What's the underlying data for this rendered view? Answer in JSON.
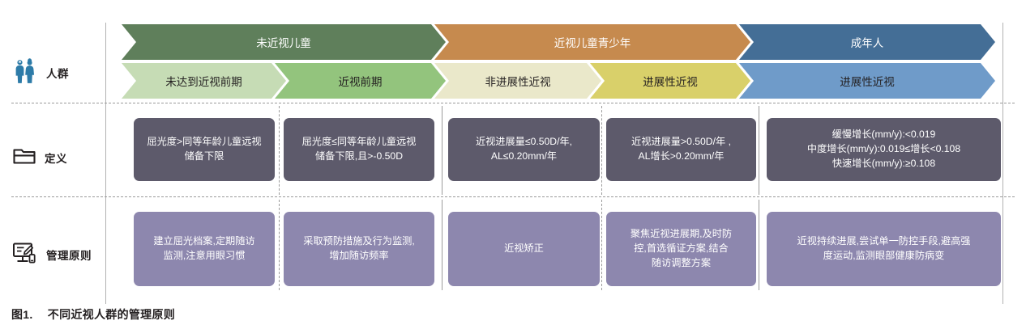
{
  "figure": {
    "caption_number": "图1.",
    "caption_text": "不同近视人群的管理原则"
  },
  "colors": {
    "group_green": "#5f7f5b",
    "group_orange": "#c68a4e",
    "group_blue": "#446e96",
    "stage_pale_green": "#c5dcb4",
    "stage_green": "#8dc островa",
    "definition_card": "#5d5a6b",
    "management_card": "#8d87ae",
    "rail": "#b2b2b2"
  },
  "rows": [
    {
      "id": "population",
      "icon": "two-people-icon",
      "label": "人群"
    },
    {
      "id": "definition",
      "icon": "folder-icon",
      "label": "定义"
    },
    {
      "id": "management",
      "icon": "monitor-pen-icon",
      "label": "管理原则"
    }
  ],
  "groups": [
    {
      "label": "未近视儿童",
      "color": "#5f7f5b",
      "text_color": "#ffffff",
      "span": 2
    },
    {
      "label": "近视儿童青少年",
      "color": "#c68a4e",
      "text_color": "#ffffff",
      "span": 2
    },
    {
      "label": "成年人",
      "color": "#446e96",
      "text_color": "#ffffff",
      "span": 1
    }
  ],
  "stages": [
    {
      "label": "未达到近视前期",
      "color": "#c6dcb5",
      "text_color": "#231f20"
    },
    {
      "label": "近视前期",
      "color": "#93c47d",
      "text_color": "#231f20"
    },
    {
      "label": "非进展性近视",
      "color": "#eae8ca",
      "text_color": "#231f20"
    },
    {
      "label": "进展性近视",
      "color": "#d9d06a",
      "text_color": "#231f20"
    },
    {
      "label": "进展性近视",
      "color": "#6f9bc9",
      "text_color": "#231f20"
    }
  ],
  "definitions": [
    {
      "lines": [
        "屈光度>同等年龄儿童远视",
        "储备下限"
      ]
    },
    {
      "lines": [
        "屈光度≤同等年龄儿童远视",
        "储备下限,且>-0.50D"
      ]
    },
    {
      "lines": [
        "近视进展量≤0.50D/年,",
        "AL≤0.20mm/年"
      ]
    },
    {
      "lines": [
        "近视进展量>0.50D/年 ,",
        "AL增长>0.20mm/年"
      ]
    },
    {
      "lines": [
        "缓慢增长(mm/y):<0.019",
        "中度增长(mm/y):0.019≤增长<0.108",
        "快速增长(mm/y):≥0.108"
      ]
    }
  ],
  "management": [
    {
      "lines": [
        "建立屈光档案,定期随访",
        "监测,注意用眼习惯"
      ]
    },
    {
      "lines": [
        "采取预防措施及行为监测,",
        "增加随访频率"
      ]
    },
    {
      "lines": [
        "近视矫正"
      ]
    },
    {
      "lines": [
        "聚焦近视进展期,及时防",
        "控,首选循证方案,结合",
        "随访调整方案"
      ]
    },
    {
      "lines": [
        "近视持续进展,尝试单一防控手段,避高强",
        "度运动,监测眼部健康防病变"
      ]
    }
  ]
}
